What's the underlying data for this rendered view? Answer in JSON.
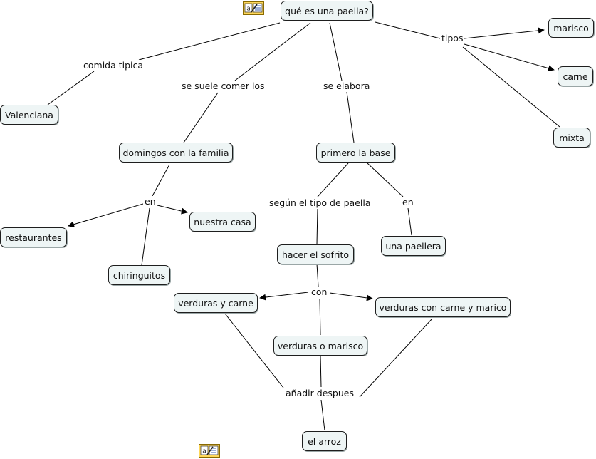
{
  "concepts": {
    "paella": "qué es una paella?",
    "valenciana": "Valenciana",
    "domingos": "domingos con la familia",
    "restaurantes": "restaurantes",
    "nuestra_casa": "nuestra casa",
    "chiringuitos": "chiringuitos",
    "primero_base": "primero la base",
    "sofrito": "hacer el sofrito",
    "paellera": "una paellera",
    "verduras_carne": "verduras y carne",
    "verduras_marisco": "verduras o marisco",
    "verduras_carne_marico": "verduras con carne y marico",
    "arroz": "el arroz",
    "marisco": "marisco",
    "carne": "carne",
    "mixta": "mixta"
  },
  "linking_phrases": {
    "comida_tipica": "comida tipica",
    "se_suele": "se suele comer los",
    "se_elabora": "se elabora",
    "tipos": "tipos",
    "en_1": "en",
    "segun": "según el tipo de paella",
    "en_2": "en",
    "con": "con",
    "anadir": "añadir despues"
  },
  "icons": [
    "resource-annotation-icon",
    "resource-annotation-icon"
  ],
  "colors": {
    "node_fill": "#eef5f5",
    "node_border": "#1e1e1e",
    "icon_fill": "#ffd85a"
  }
}
